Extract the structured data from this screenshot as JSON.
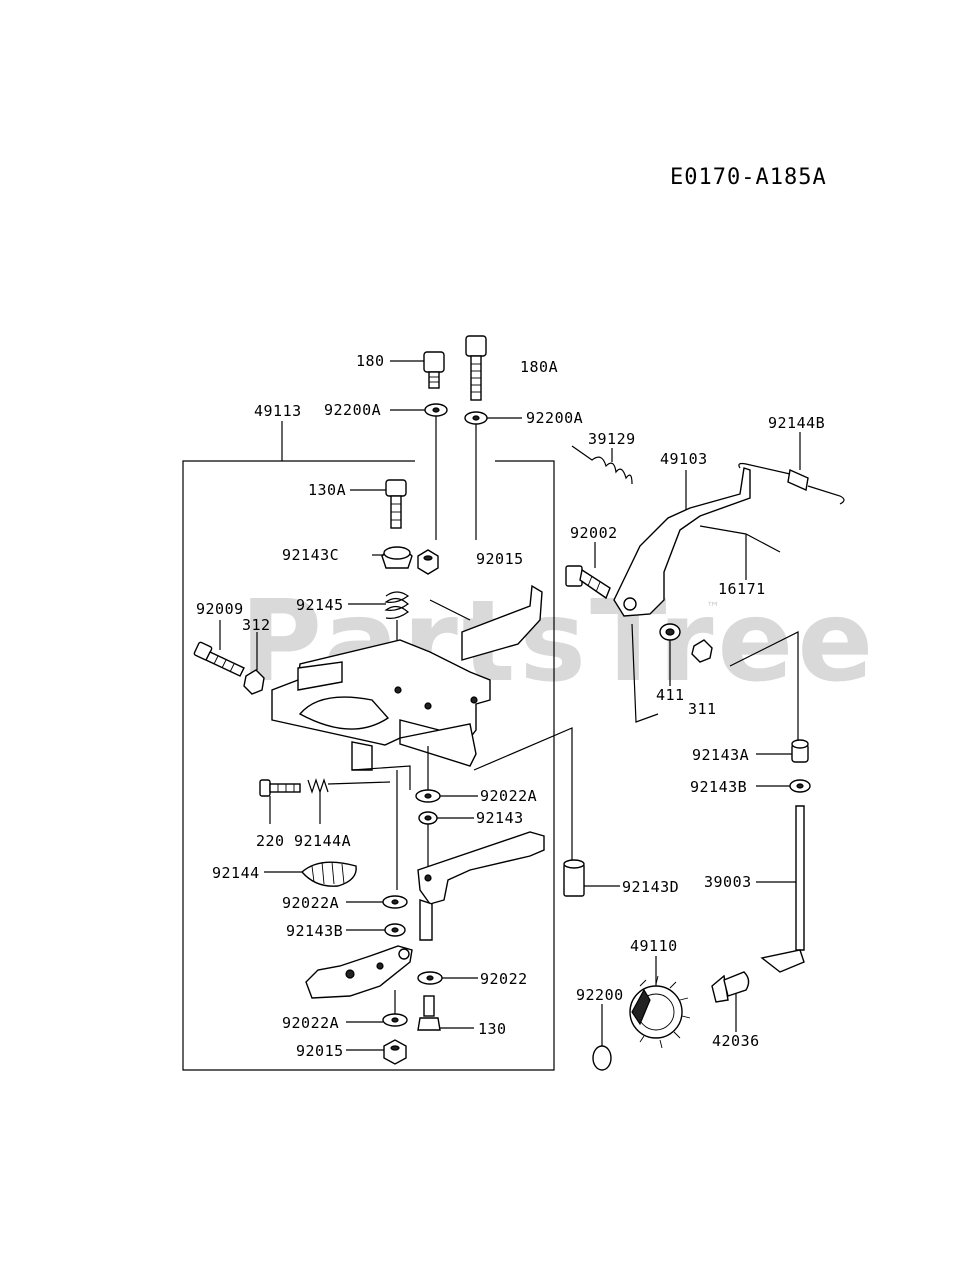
{
  "diagram_code": "E0170-A185A",
  "watermark": {
    "text": "PartsTree",
    "trademark": "™"
  },
  "parts": {
    "p180": "180",
    "p180A": "180A",
    "p92200A_1": "92200A",
    "p92200A_2": "92200A",
    "p49113": "49113",
    "p39129": "39129",
    "p49103": "49103",
    "p92144B": "92144B",
    "p130A": "130A",
    "p92143C": "92143C",
    "p92015_top": "92015",
    "p92002": "92002",
    "p16171": "16171",
    "p92009": "92009",
    "p312": "312",
    "p92145": "92145",
    "p411": "411",
    "p311": "311",
    "p92143A": "92143A",
    "p92143B_right": "92143B",
    "p220": "220",
    "p92144A": "92144A",
    "p92022A_1": "92022A",
    "p92143": "92143",
    "p92144": "92144",
    "p92143D": "92143D",
    "p39003": "39003",
    "p92022A_2": "92022A",
    "p92143B_left": "92143B",
    "p49110": "49110",
    "p92022": "92022",
    "p92200": "92200",
    "p92022A_3": "92022A",
    "p130": "130",
    "p42036": "42036",
    "p92015_bottom": "92015"
  }
}
